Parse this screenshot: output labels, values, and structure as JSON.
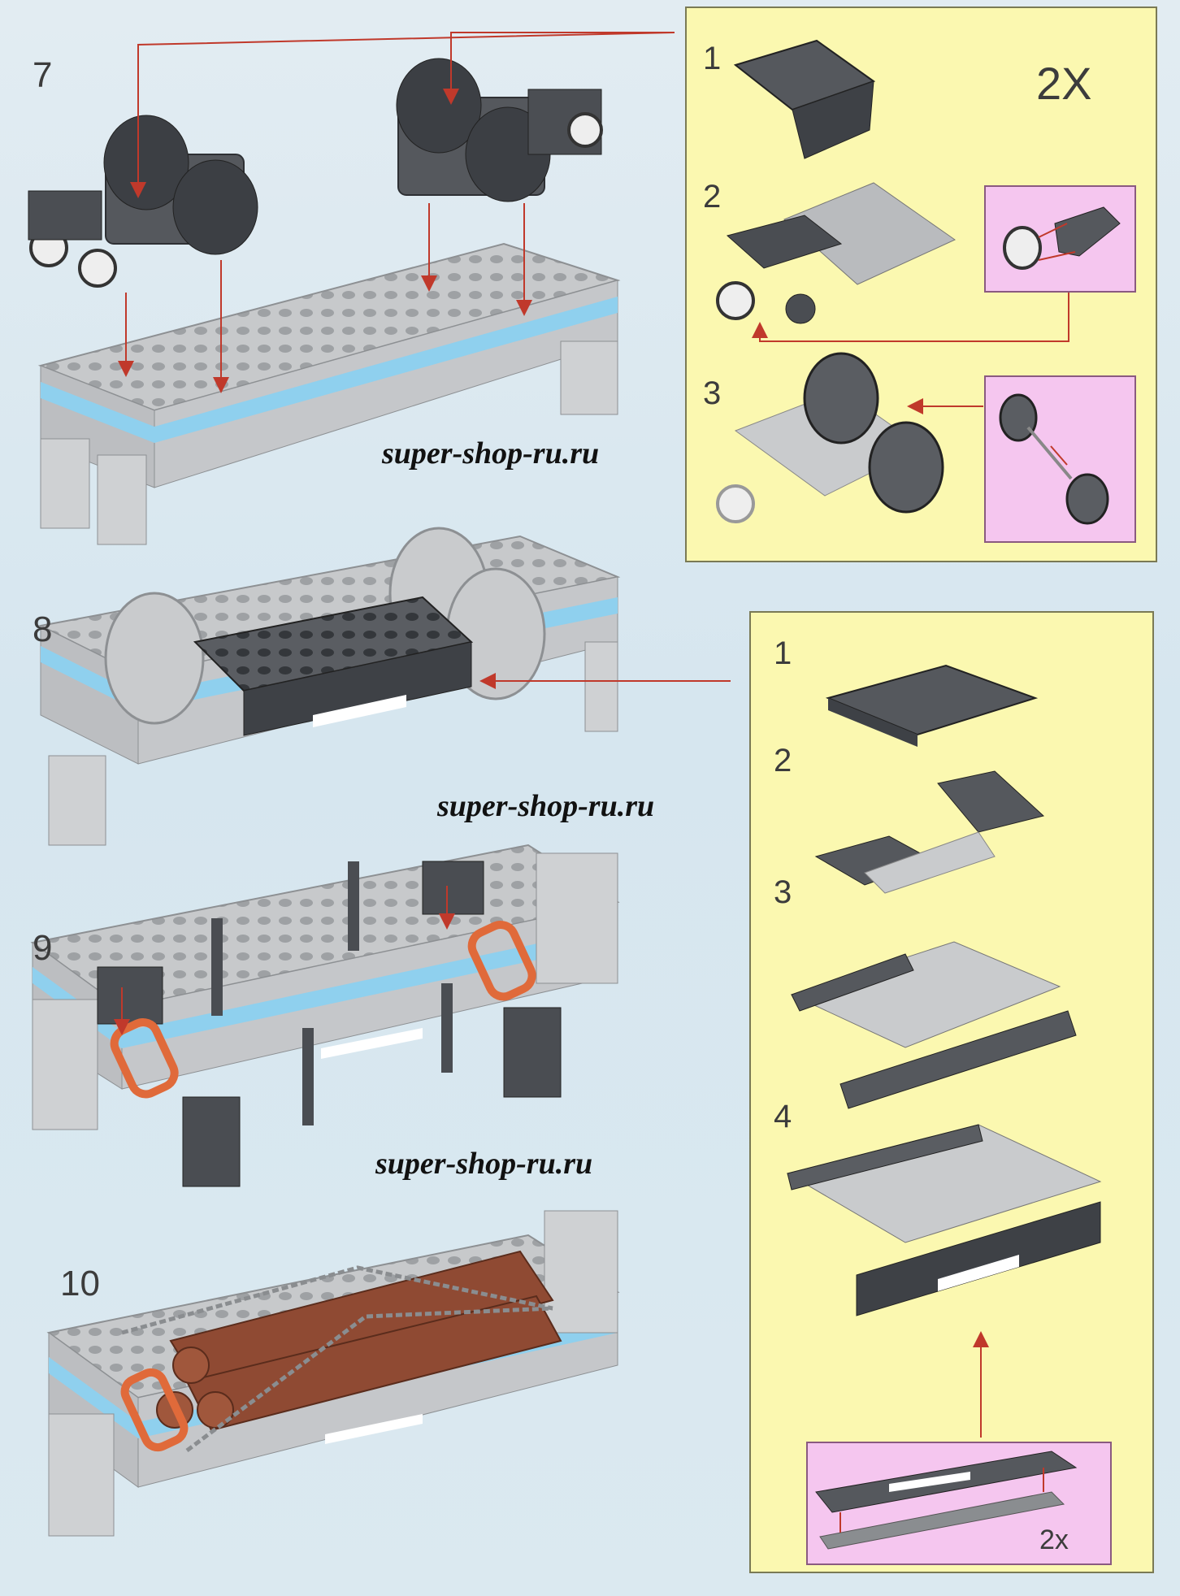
{
  "steps": [
    {
      "number": "7"
    },
    {
      "number": "8"
    },
    {
      "number": "9"
    },
    {
      "number": "10"
    }
  ],
  "watermark": "super-shop-ru.ru",
  "callout_top": {
    "substeps": [
      "1",
      "2",
      "3"
    ],
    "multiplier": "2X"
  },
  "callout_bottom": {
    "substeps": [
      "1",
      "2",
      "3",
      "4"
    ],
    "multiplier": "2x"
  },
  "colors": {
    "background": "#dbe9f0",
    "callout_yellow": "#fbf8b0",
    "callout_pink": "#f5c6ef",
    "arrow_red": "#c0392b",
    "brick_dark": "#4a4d52",
    "brick_light": "#c9cbcd",
    "stripe_blue": "#8fd0ee",
    "log_brown": "#8f4a33",
    "clip_orange": "#e06a3a"
  }
}
